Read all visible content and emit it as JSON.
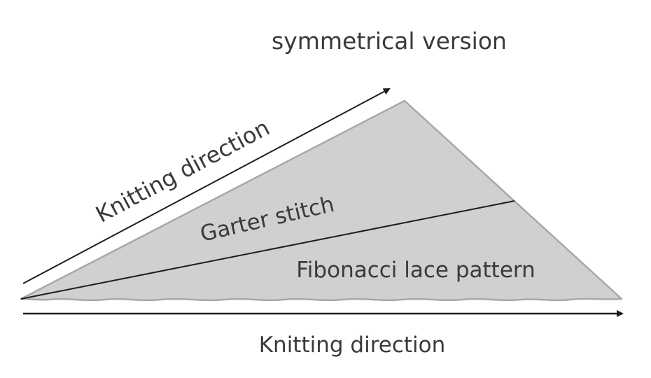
{
  "diagram": {
    "title": "symmetrical version",
    "labels": {
      "diagonal_direction": "Knitting direction",
      "upper_section": "Garter stitch",
      "lower_section": "Fibonacci lace pattern",
      "bottom_direction": "Knitting direction"
    },
    "colors": {
      "shape_fill": "#d1cfd0",
      "shape_edge": "#a8a8a8",
      "line": "#1e1e1e",
      "text": "#3a3a3a"
    }
  }
}
